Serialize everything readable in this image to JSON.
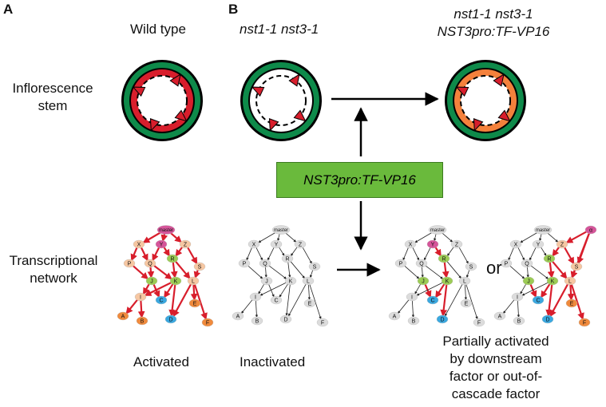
{
  "panels": {
    "a": "A",
    "b": "B"
  },
  "row_labels": {
    "stem": [
      "Inflorescence",
      "stem"
    ],
    "network": [
      "Transcriptional",
      "network"
    ]
  },
  "titles": {
    "wild": "Wild type",
    "mutant": "nst1-1 nst3-1",
    "comp1": "nst1-1 nst3-1",
    "comp2": "NST3pro:TF-VP16"
  },
  "box": "NST3pro:TF-VP16",
  "or_text": "or",
  "captions": {
    "activated": "Activated",
    "inactivated": "Inactivated",
    "partial": [
      "Partially activated",
      "by downstream",
      "factor or out-of-",
      "cascade factor"
    ]
  },
  "node_labels": {
    "master": "master",
    "x": "X",
    "y": "Y",
    "z": "Z",
    "p": "P",
    "q": "Q",
    "r": "R",
    "s": "S",
    "i": "I",
    "j": "J",
    "k": "K",
    "l": "L",
    "a": "A",
    "b": "B",
    "c": "C",
    "d": "D",
    "e": "E",
    "f": "F",
    "alpha": "α"
  },
  "colors": {
    "green": "#0e8a4a",
    "red": "#d81e2c",
    "orange": "#f4813c",
    "box_green": "#6aba3c",
    "node_grey": "#dcdcdc",
    "node_pink": "#d6559a",
    "node_green": "#9ccc55",
    "node_cyan": "#3aa8e0",
    "node_peach": "#f6c7a2",
    "node_orange": "#f08a3c"
  }
}
